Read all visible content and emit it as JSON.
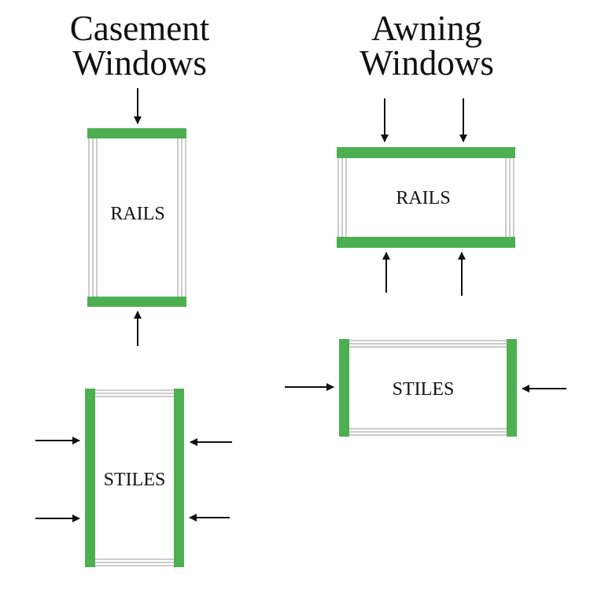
{
  "colors": {
    "highlight": "#4CAF50",
    "frame_line": "#9a9a9a",
    "arrow": "#111111"
  },
  "casement": {
    "title_line1": "Casement",
    "title_line2": "Windows",
    "rails_label": "RAILS",
    "stiles_label": "STILES"
  },
  "awning": {
    "title_line1": "Awning",
    "title_line2": "Windows",
    "rails_label": "RAILS",
    "stiles_label": "STILES"
  },
  "icons": [
    "arrow-down-icon",
    "arrow-up-icon",
    "arrow-right-icon",
    "arrow-left-icon"
  ]
}
